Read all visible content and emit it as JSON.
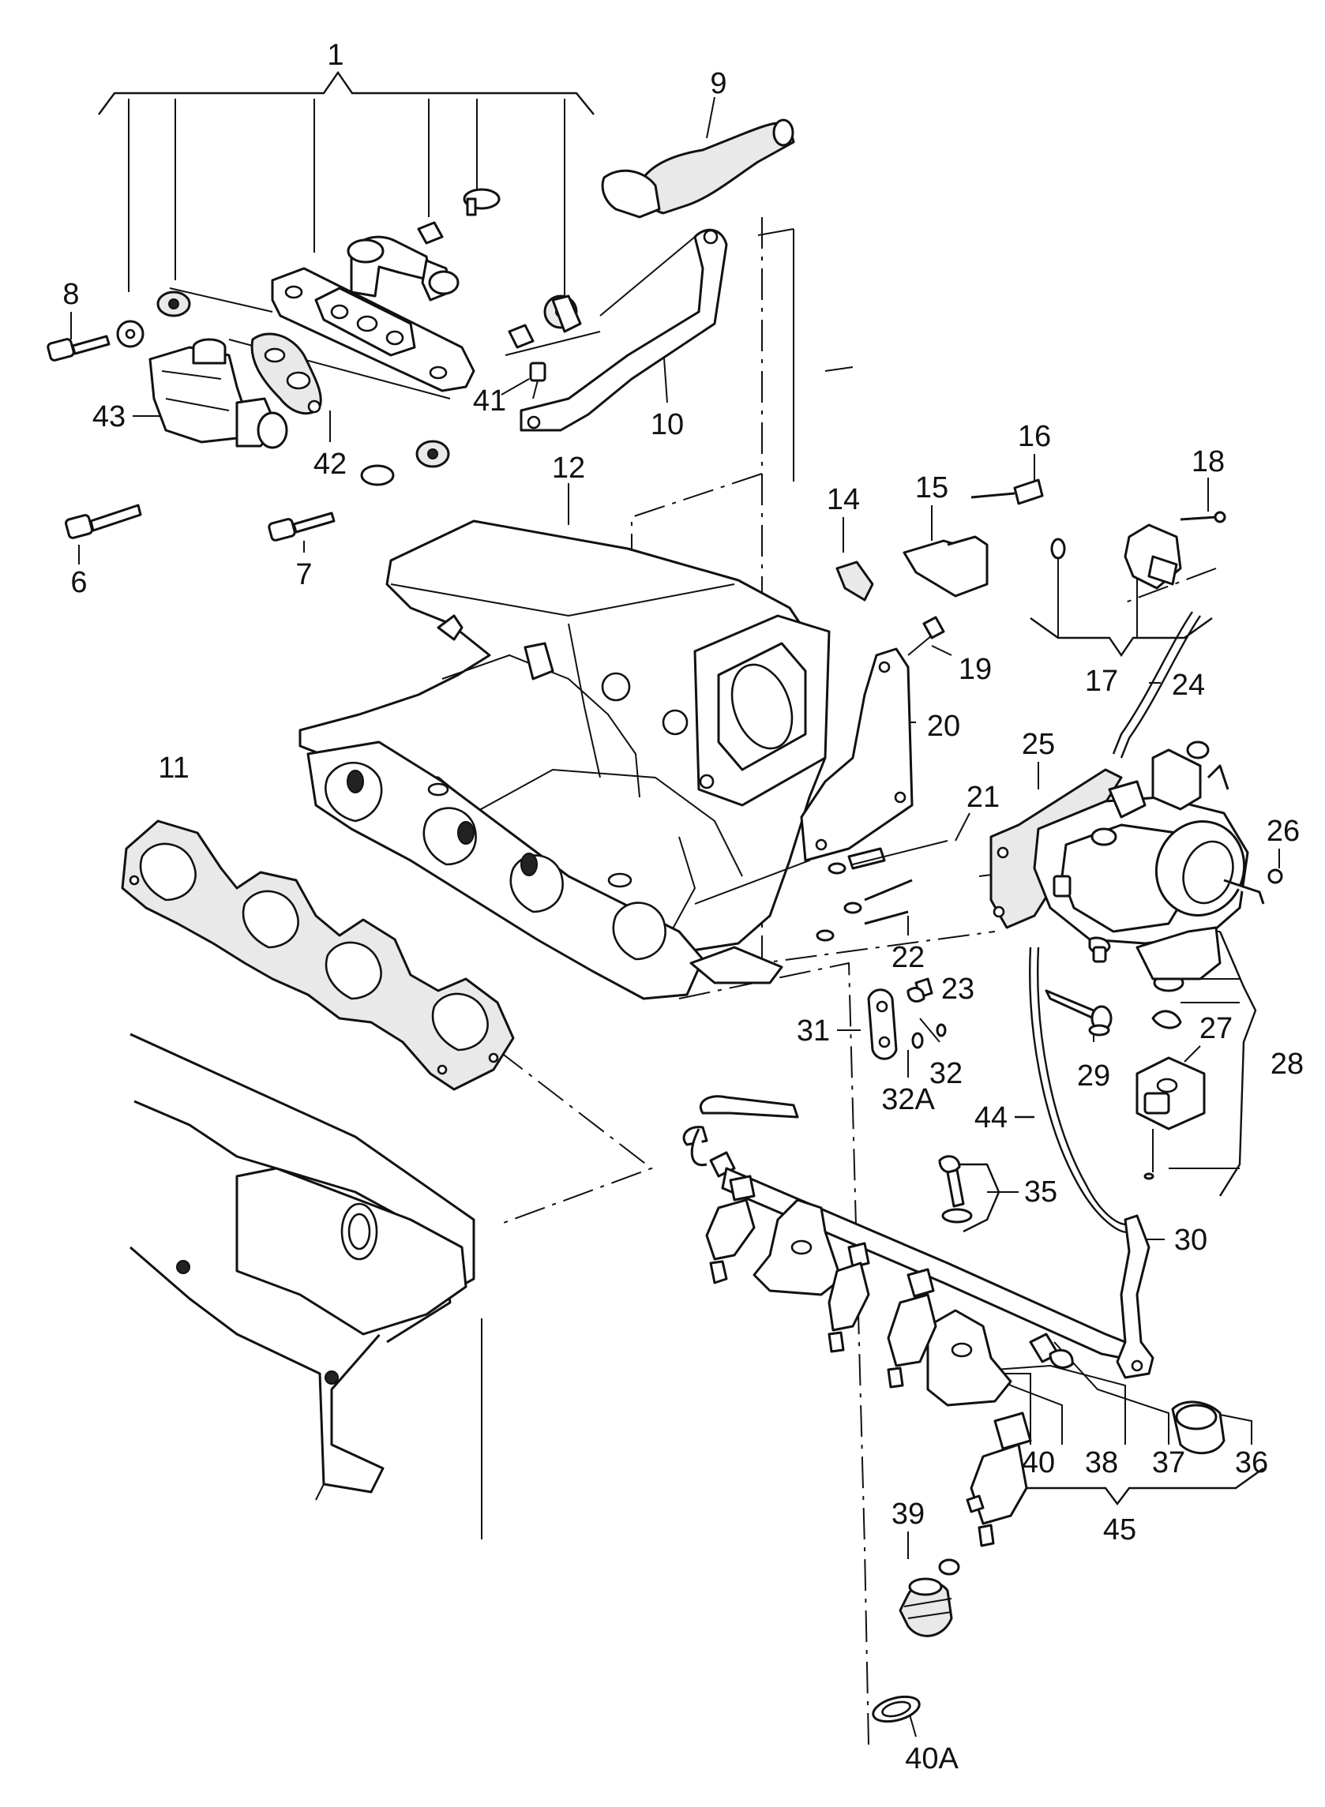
{
  "callouts": [
    {
      "id": "1",
      "text": "1"
    },
    {
      "id": "6",
      "text": "6"
    },
    {
      "id": "7",
      "text": "7"
    },
    {
      "id": "8",
      "text": "8"
    },
    {
      "id": "9",
      "text": "9"
    },
    {
      "id": "10",
      "text": "10"
    },
    {
      "id": "11",
      "text": "11"
    },
    {
      "id": "12",
      "text": "12"
    },
    {
      "id": "14",
      "text": "14"
    },
    {
      "id": "15",
      "text": "15"
    },
    {
      "id": "16",
      "text": "16"
    },
    {
      "id": "17",
      "text": "17"
    },
    {
      "id": "18",
      "text": "18"
    },
    {
      "id": "19",
      "text": "19"
    },
    {
      "id": "20",
      "text": "20"
    },
    {
      "id": "21",
      "text": "21"
    },
    {
      "id": "22",
      "text": "22"
    },
    {
      "id": "23",
      "text": "23"
    },
    {
      "id": "24",
      "text": "24"
    },
    {
      "id": "25",
      "text": "25"
    },
    {
      "id": "26",
      "text": "26"
    },
    {
      "id": "27",
      "text": "27"
    },
    {
      "id": "28",
      "text": "28"
    },
    {
      "id": "29",
      "text": "29"
    },
    {
      "id": "30",
      "text": "30"
    },
    {
      "id": "31",
      "text": "31"
    },
    {
      "id": "32",
      "text": "32"
    },
    {
      "id": "32A",
      "text": "32A"
    },
    {
      "id": "35",
      "text": "35"
    },
    {
      "id": "36",
      "text": "36"
    },
    {
      "id": "37",
      "text": "37"
    },
    {
      "id": "38",
      "text": "38"
    },
    {
      "id": "39",
      "text": "39"
    },
    {
      "id": "40",
      "text": "40"
    },
    {
      "id": "40A",
      "text": "40A"
    },
    {
      "id": "41",
      "text": "41"
    },
    {
      "id": "42",
      "text": "42"
    },
    {
      "id": "43",
      "text": "43"
    },
    {
      "id": "44",
      "text": "44"
    },
    {
      "id": "45",
      "text": "45"
    }
  ]
}
